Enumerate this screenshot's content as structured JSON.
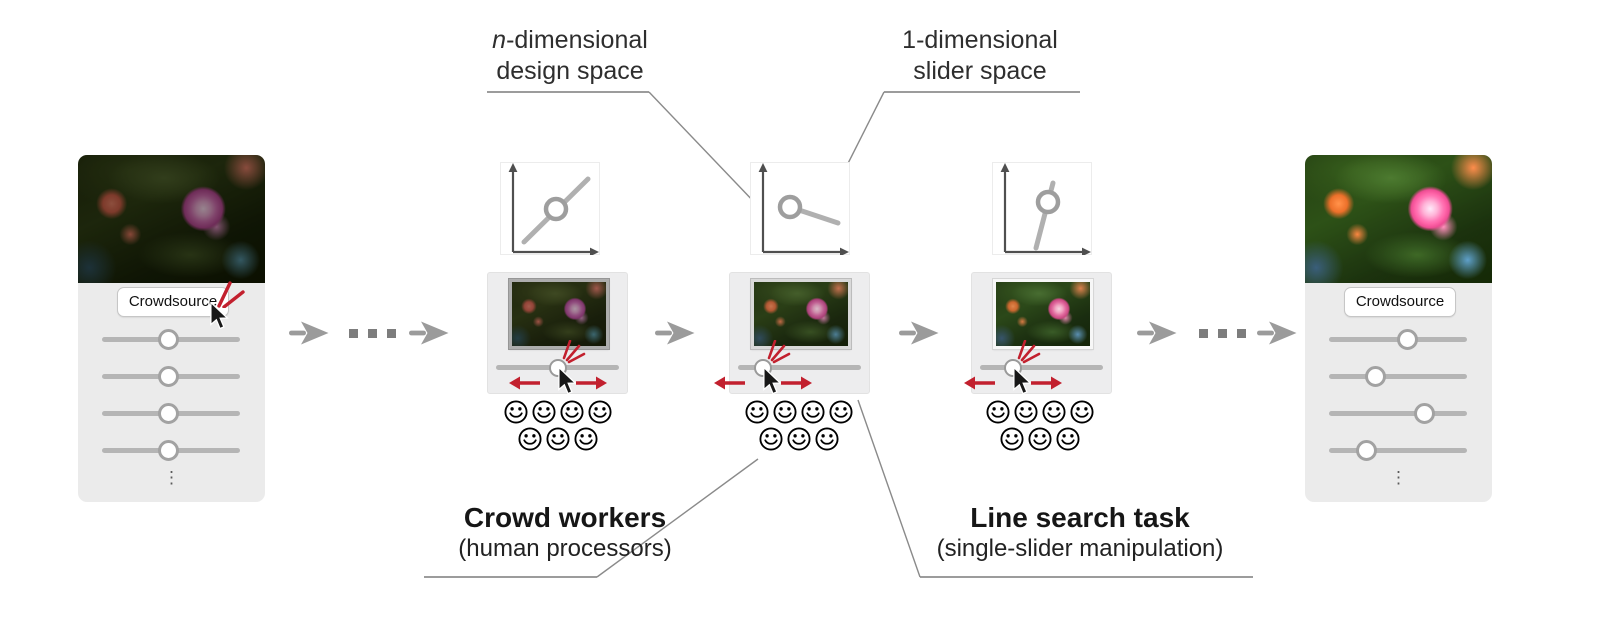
{
  "labels": {
    "design_space": {
      "n": "n",
      "rest": "-dimensional",
      "line2": "design space"
    },
    "slider_space": {
      "line1": "1-dimensional",
      "line2": "slider space"
    },
    "crowd_workers": {
      "title": "Crowd workers",
      "subtitle": "(human processors)"
    },
    "line_search_task": {
      "title": "Line search task",
      "subtitle": "(single-slider manipulation)"
    }
  },
  "panels": {
    "left": {
      "button": "Crowdsource",
      "sliders": [
        48,
        48,
        48,
        48
      ],
      "more": "⋮"
    },
    "right": {
      "button": "Crowdsource",
      "sliders": [
        57,
        34,
        69,
        27
      ],
      "more": "⋮"
    }
  },
  "tasks": [
    {
      "slider": 50,
      "workers": [
        4,
        3
      ]
    },
    {
      "slider": 18,
      "workers": [
        4,
        3
      ]
    },
    {
      "slider": 25,
      "workers": [
        4,
        3
      ]
    }
  ],
  "plots": [
    {
      "line": [
        [
          24,
          80
        ],
        [
          88,
          17
        ]
      ],
      "knob": [
        56,
        47
      ]
    },
    {
      "line": [
        [
          40,
          45
        ],
        [
          88,
          61
        ]
      ],
      "knob": [
        40,
        45
      ]
    },
    {
      "line": [
        [
          44,
          86
        ],
        [
          61,
          21
        ]
      ],
      "knob": [
        56,
        40
      ]
    }
  ],
  "colors": {
    "accent_red": "#c2202e",
    "arrow_gray": "#9b9b9b",
    "panel_gray": "#ebebeb"
  }
}
